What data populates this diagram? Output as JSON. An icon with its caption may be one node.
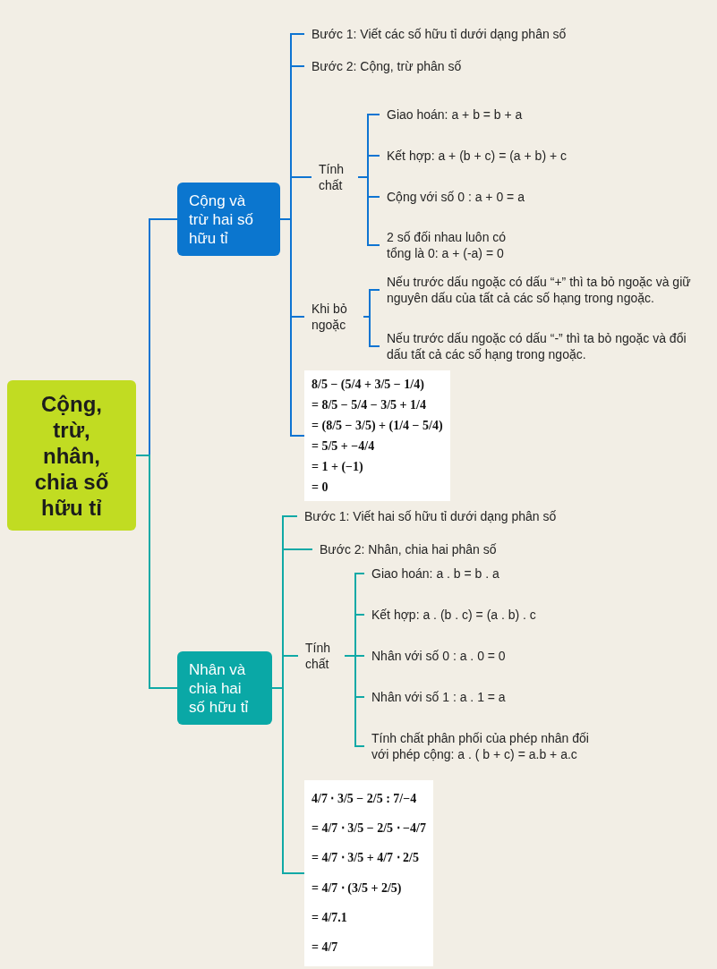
{
  "diagram": {
    "nodes": [
      {
        "text": [
          "Cộng, trừ, nhân, chia số hữu tỉ"
        ]
      },
      {
        "text": [
          "Cộng và trừ hai số hữu tỉ"
        ]
      },
      {
        "text": [
          "Bước 1: Viết các số hữu tỉ dưới dạng phân số"
        ]
      },
      {
        "text": [
          "Bước 2: Cộng, trừ phân số"
        ]
      },
      {
        "text": [
          "Tính chất"
        ]
      },
      {
        "text": [
          "Giao hoán: a + b = b + a"
        ]
      },
      {
        "text": [
          "Kết hợp: a + (b + c) = (a + b) + c"
        ]
      },
      {
        "text": [
          "Cộng với số 0 : a + 0 = a"
        ]
      },
      {
        "text": [
          "2 số đối nhau luôn có tổng là 0: a + (-a) = 0"
        ]
      },
      {
        "text": [
          "Khi bỏ ngoặc"
        ]
      },
      {
        "text": [
          "Nếu trước dấu ngoặc có dấu “+” thì ta bỏ ngoặc và giữ nguyên dấu của tất cả các số hạng trong ngoặc."
        ]
      },
      {
        "text": [
          "Nếu trước dấu ngoặc có dấu “-” thì ta bỏ ngoặc và đổi dấu tất cả các số hạng trong ngoặc."
        ]
      },
      {
        "text": [
          "8/5 − (5/4 + 3/5 − 1/4)",
          "= 8/5 − 5/4 − 3/5 + 1/4",
          "= (8/5 − 3/5) + (1/4 − 5/4)",
          "= 5/5 + −4/4",
          "= 1 + (−1)",
          "= 0"
        ]
      },
      {
        "text": [
          "Nhân và chia hai số hữu tỉ"
        ]
      },
      {
        "text": [
          "Bước 1: Viết hai số hữu tỉ dưới dạng phân số"
        ]
      },
      {
        "text": [
          "Bước 2: Nhân, chia hai phân số"
        ]
      },
      {
        "text": [
          "Tính chất"
        ]
      },
      {
        "text": [
          "Giao hoán: a . b = b . a"
        ]
      },
      {
        "text": [
          "Kết hợp: a . (b . c) = (a . b) . c"
        ]
      },
      {
        "text": [
          "Nhân với số 0 : a . 0 = 0"
        ]
      },
      {
        "text": [
          "Nhân với số 1 : a . 1 = a"
        ]
      },
      {
        "text": [
          "Tính chất phân phối của phép nhân đối với phép cộng: a . ( b + c) = a.b + a.c"
        ]
      },
      {
        "text": [
          "4/7 ⋅ 3/5 − 2/5 : 7/−4",
          "= 4/7 ⋅ 3/5 − 2/5 ⋅ −4/7",
          "= 4/7 ⋅ 3/5 + 4/7 ⋅ 2/5",
          "= 4/7 ⋅ (3/5 + 2/5)",
          "= 4/7.1",
          "= 4/7"
        ]
      }
    ],
    "edges": [
      {
        "from": 0,
        "to": 1,
        "arrow": "none"
      },
      {
        "from": 1,
        "to": 2,
        "arrow": "none"
      },
      {
        "from": 1,
        "to": 3,
        "arrow": "none"
      },
      {
        "from": 1,
        "to": 4,
        "arrow": "none"
      },
      {
        "from": 4,
        "to": 5,
        "arrow": "none"
      },
      {
        "from": 4,
        "to": 6,
        "arrow": "none"
      },
      {
        "from": 4,
        "to": 7,
        "arrow": "none"
      },
      {
        "from": 4,
        "to": 8,
        "arrow": "none"
      },
      {
        "from": 1,
        "to": 9,
        "arrow": "none"
      },
      {
        "from": 9,
        "to": 10,
        "arrow": "none"
      },
      {
        "from": 9,
        "to": 11,
        "arrow": "none"
      },
      {
        "from": 1,
        "to": 12,
        "arrow": "none"
      },
      {
        "from": 0,
        "to": 13,
        "arrow": "none",
        "color": "#10a9a6"
      },
      {
        "from": 13,
        "to": 14,
        "arrow": "none",
        "color": "#10a9a6"
      },
      {
        "from": 13,
        "to": 15,
        "arrow": "none",
        "color": "#10a9a6"
      },
      {
        "from": 13,
        "to": 16,
        "arrow": "none",
        "color": "#10a9a6"
      },
      {
        "from": 16,
        "to": 17,
        "arrow": "none",
        "color": "#10a9a6"
      },
      {
        "from": 16,
        "to": 18,
        "arrow": "none",
        "color": "#10a9a6"
      },
      {
        "from": 16,
        "to": 19,
        "arrow": "none",
        "color": "#10a9a6"
      },
      {
        "from": 16,
        "to": 20,
        "arrow": "none",
        "color": "#10a9a6"
      },
      {
        "from": 16,
        "to": 21,
        "arrow": "none",
        "color": "#10a9a6"
      },
      {
        "from": 13,
        "to": 22,
        "arrow": "none",
        "color": "#10a9a6"
      }
    ]
  }
}
